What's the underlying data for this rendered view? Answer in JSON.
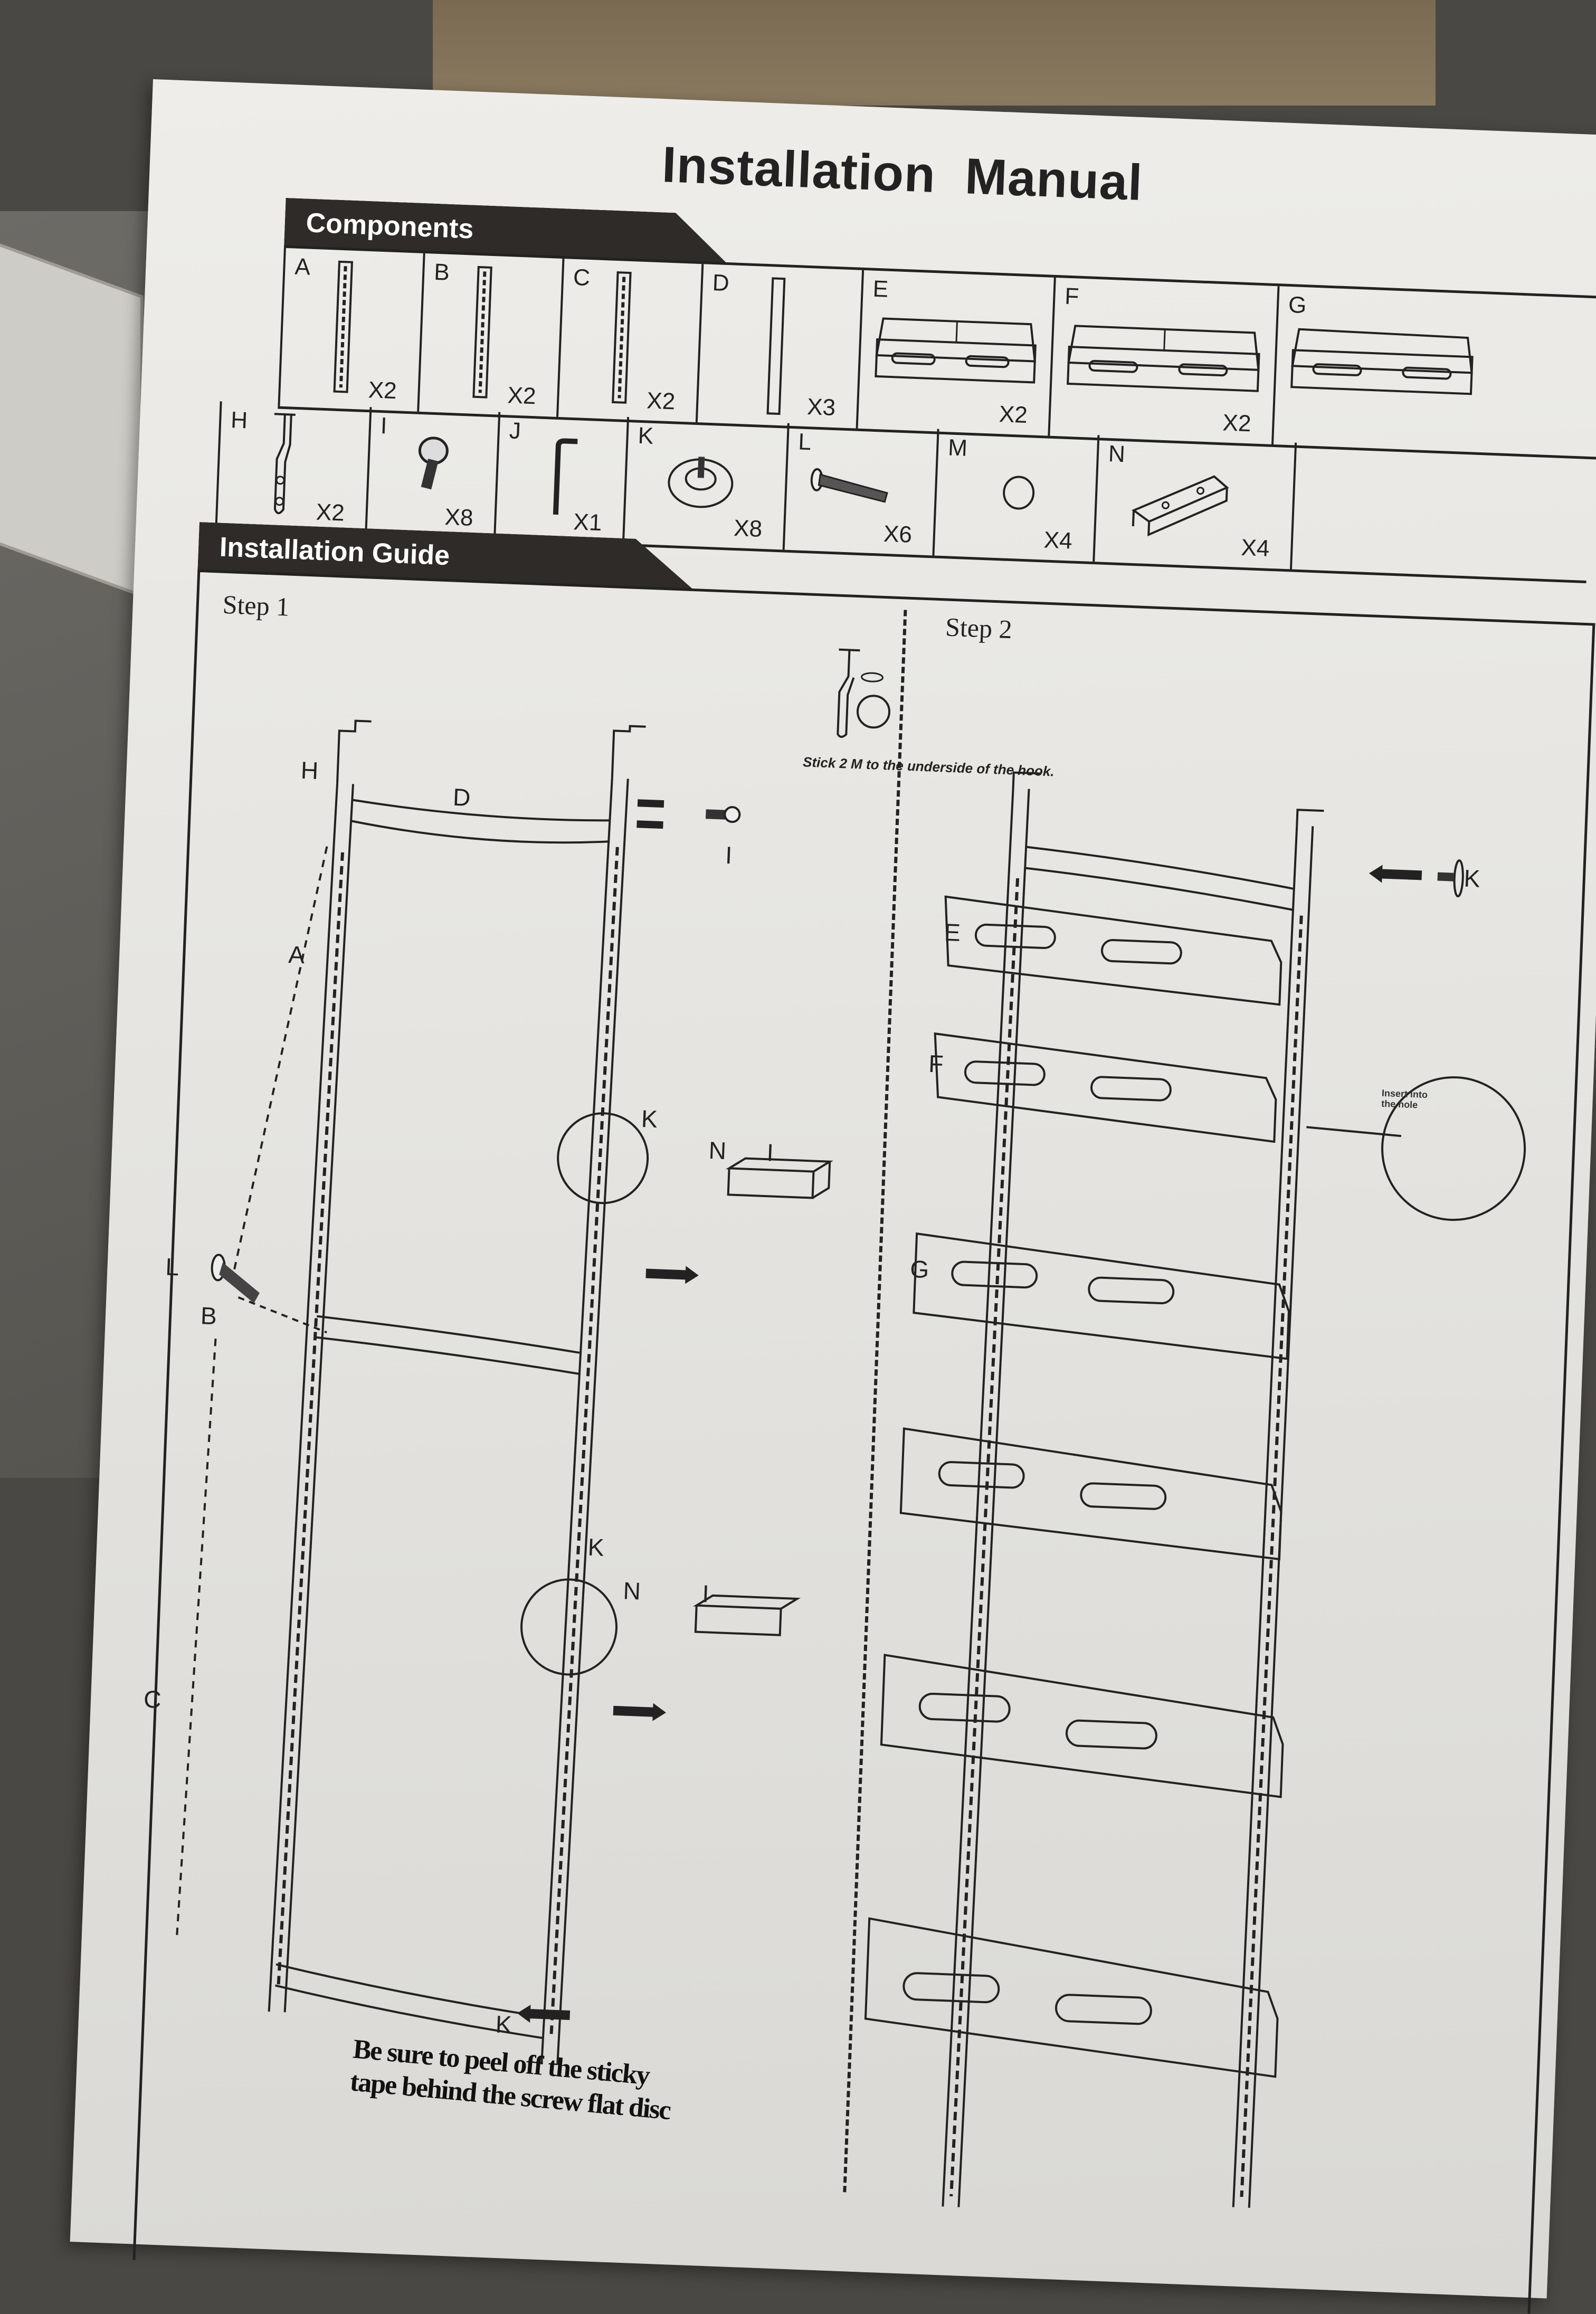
{
  "document": {
    "title": "Installation Manual",
    "components_heading": "Components",
    "guide_heading": "Installation Guide",
    "components_row1": [
      {
        "letter": "A",
        "qty": "X2",
        "icon": "long-perforated-rail"
      },
      {
        "letter": "B",
        "qty": "X2",
        "icon": "long-perforated-rail"
      },
      {
        "letter": "C",
        "qty": "X2",
        "icon": "long-perforated-rail"
      },
      {
        "letter": "D",
        "qty": "X3",
        "icon": "plain-bar"
      },
      {
        "letter": "E",
        "qty": "X2",
        "icon": "wire-basket"
      },
      {
        "letter": "F",
        "qty": "X2",
        "icon": "wire-basket"
      },
      {
        "letter": "G",
        "qty": "",
        "icon": "wire-basket"
      }
    ],
    "components_row2": [
      {
        "letter": "H",
        "qty": "X2",
        "icon": "door-hook"
      },
      {
        "letter": "I",
        "qty": "X8",
        "icon": "hex-screw"
      },
      {
        "letter": "J",
        "qty": "X1",
        "icon": "allen-key"
      },
      {
        "letter": "K",
        "qty": "X8",
        "icon": "screw-flat-disc"
      },
      {
        "letter": "L",
        "qty": "X6",
        "icon": "long-bolt"
      },
      {
        "letter": "M",
        "qty": "X4",
        "icon": "adhesive-pad"
      },
      {
        "letter": "N",
        "qty": "X4",
        "icon": "connector-bracket"
      },
      {
        "letter": "",
        "qty": "",
        "icon": "empty"
      }
    ],
    "step1": {
      "label": "Step 1",
      "hook_note": "Stick 2 M  to the underside of the hook.",
      "labels": {
        "H": "H",
        "D": "D",
        "A": "A",
        "B": "B",
        "C": "C",
        "L": "L",
        "I": "I",
        "K": "K",
        "N": "N"
      },
      "warning_line1": "Be sure to peel off the sticky",
      "warning_line2": "tape behind the screw flat disc"
    },
    "step2": {
      "label": "Step 2",
      "labels": {
        "E": "E",
        "F": "F",
        "G": "G",
        "K": "K"
      },
      "insert_note_line1": "Insert into",
      "insert_note_line2": "the hole"
    }
  },
  "colors": {
    "ink": "#222222",
    "paper": "#e9e8e4",
    "banner": "#2e2b28",
    "background": "#4a4844"
  }
}
